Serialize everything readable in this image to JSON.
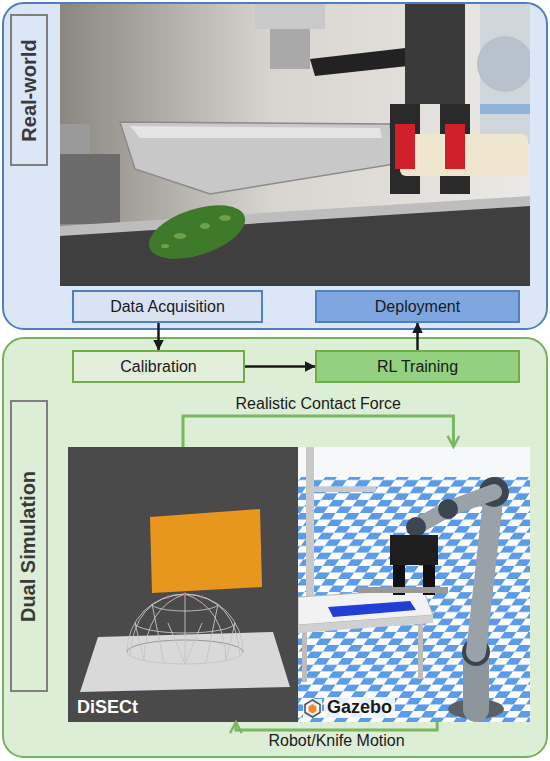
{
  "diagram": {
    "nodes": [
      {
        "text": [
          "Real-world"
        ]
      },
      {
        "text": [
          "Data Acquisition"
        ],
        "in": 0
      },
      {
        "text": [
          "Deployment"
        ],
        "in": 0
      },
      {
        "text": [
          "Dual Simulation"
        ]
      },
      {
        "text": [
          "Calibration"
        ],
        "in": 3
      },
      {
        "text": [
          "RL Training"
        ],
        "in": 3
      },
      {
        "text": [
          "DiSECt"
        ],
        "in": 3
      },
      {
        "text": [
          "Gazebo"
        ],
        "in": 3
      }
    ],
    "edges": [
      {
        "from": 1,
        "to": 4,
        "arrow": "to"
      },
      {
        "from": 4,
        "to": 5,
        "arrow": "to"
      },
      {
        "from": 5,
        "to": 2,
        "arrow": "to"
      },
      {
        "from": 6,
        "to": 7,
        "label": "Realistic Contact Force",
        "arrow": "to"
      },
      {
        "from": 7,
        "to": 6,
        "label": "Robot/Knife Motion",
        "arrow": "to"
      }
    ]
  }
}
